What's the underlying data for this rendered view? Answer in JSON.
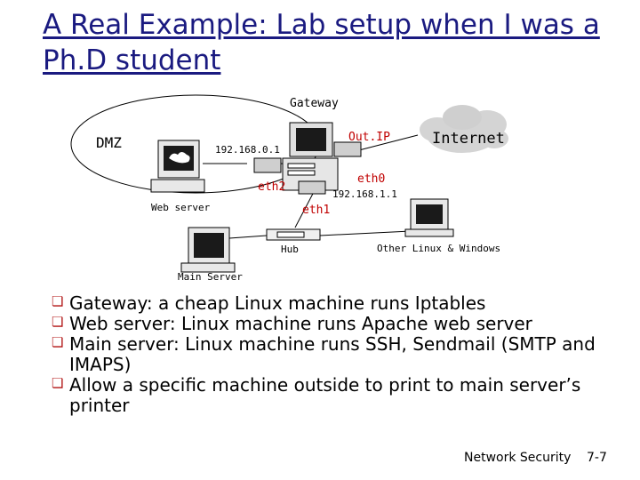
{
  "title": "A Real Example: Lab setup when I was a Ph.D student",
  "diagram": {
    "gateway_label": "Gateway",
    "dmz_label": "DMZ",
    "internet_label": "Internet",
    "out_ip_label": "Out.IP",
    "eth0_label": "eth0",
    "eth1_label": "eth1",
    "eth2_label": "eth2",
    "ip_dmz": "192.168.0.1",
    "ip_internal": "192.168.1.1",
    "web_server_label": "Web server",
    "hub_label": "Hub",
    "other_label": "Other Linux & Windows",
    "main_server_label": "Main Server"
  },
  "bullets": [
    "Gateway: a cheap Linux machine runs Iptables",
    "Web server: Linux machine runs Apache web server",
    "Main server: Linux machine runs SSH, Sendmail (SMTP and IMAPS)",
    "Allow a specific machine outside to print to main server’s printer"
  ],
  "footer": {
    "course": "Network Security",
    "page": "7-7"
  },
  "colors": {
    "title": "#1a1a80",
    "bullet_mark": "#b01010",
    "label_red": "#c00000"
  }
}
